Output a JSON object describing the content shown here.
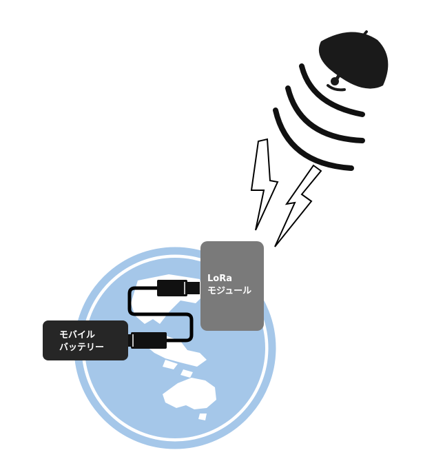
{
  "colors": {
    "background": "#ffffff",
    "globe": "#a5c7e9",
    "module_box": "#7a7a7a",
    "battery_box": "#262626",
    "ink": "#000000",
    "label_text": "#ffffff"
  },
  "icons": [
    "satellite-dish-icon",
    "lightning-bolt-icon",
    "usb-cable-icon",
    "globe-icon"
  ],
  "lora_module": {
    "line1": "LoRa",
    "line2": "モジュール"
  },
  "mobile_battery": {
    "line1": "モバイル",
    "line2": "バッテリー"
  }
}
